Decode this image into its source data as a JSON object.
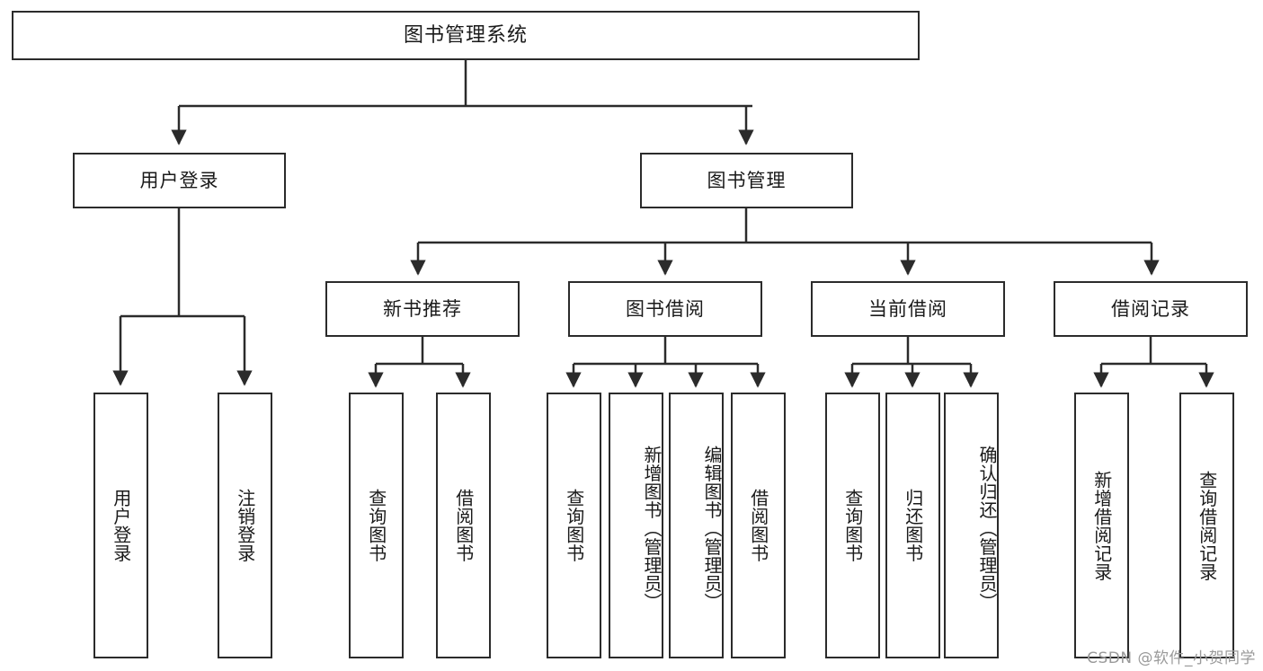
{
  "diagram": {
    "title": "图书管理系统",
    "watermark": "CSDN @软件_小贺同学",
    "line_color": "#2b2b2b",
    "box_fill": "#ffffff",
    "text_color": "#1a1a1a",
    "watermark_color": "#9a9a9a"
  },
  "root": {
    "label": "图书管理系统"
  },
  "level2": [
    {
      "label": "用户登录"
    },
    {
      "label": "图书管理"
    }
  ],
  "level3": [
    {
      "label": "新书推荐"
    },
    {
      "label": "图书借阅"
    },
    {
      "label": "当前借阅"
    },
    {
      "label": "借阅记录"
    }
  ],
  "leaves": {
    "user_login": [
      {
        "label": "用户登录"
      },
      {
        "label": "注销登录"
      }
    ],
    "new_book_recommend": [
      {
        "label": "查询图书"
      },
      {
        "label": "借阅图书"
      }
    ],
    "book_borrow": [
      {
        "label": "查询图书"
      },
      {
        "label": "新增图书（管理员）"
      },
      {
        "label": "编辑图书（管理员）"
      },
      {
        "label": "借阅图书"
      }
    ],
    "current_borrow": [
      {
        "label": "查询图书"
      },
      {
        "label": "归还图书"
      },
      {
        "label": "确认归还（管理员）"
      }
    ],
    "borrow_record": [
      {
        "label": "新增借阅记录"
      },
      {
        "label": "查询借阅记录"
      }
    ]
  }
}
